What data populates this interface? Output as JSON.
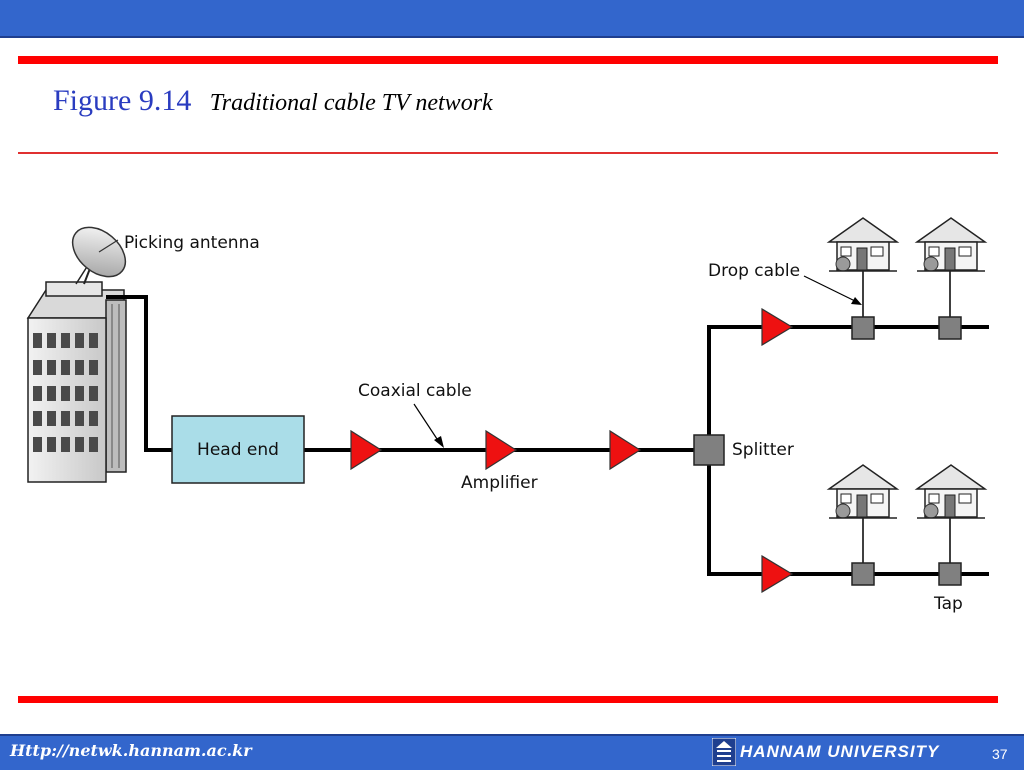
{
  "slide": {
    "figure_number": "Figure 9.14",
    "caption": "Traditional cable TV network",
    "url": "Http://netwk.hannam.ac.kr",
    "university": "HANNAM UNIVERSITY",
    "page": "37"
  },
  "diagram": {
    "labels": {
      "antenna": "Picking antenna",
      "head_end": "Head end",
      "coaxial": "Coaxial cable",
      "amplifier": "Amplifier",
      "splitter": "Splitter",
      "drop_cable": "Drop cable",
      "tap": "Tap"
    }
  },
  "colors": {
    "header_blue": "#3366cc",
    "rule_red": "#ff0000",
    "amplifier_red": "#ee1111",
    "head_end_fill": "#aadde8",
    "tap_gray": "#808080"
  }
}
